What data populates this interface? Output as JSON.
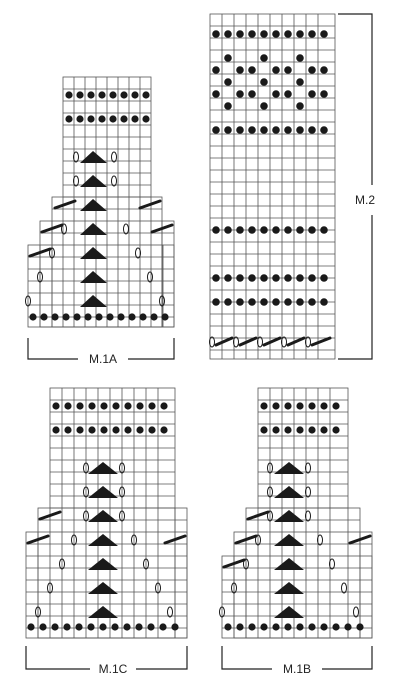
{
  "charts": [
    {
      "id": "m1a",
      "label": "M.1A"
    },
    {
      "id": "m2",
      "label": "M.2"
    },
    {
      "id": "m1c",
      "label": "M.1C"
    },
    {
      "id": "m1b",
      "label": "M.1B"
    }
  ],
  "colors": {
    "grid": "#555555",
    "symbol": "#1a1a1a",
    "background": "#ffffff"
  },
  "symbols": [
    "filled-dot",
    "yarn-over-oval",
    "slash-decrease",
    "triangle-decrease"
  ]
}
